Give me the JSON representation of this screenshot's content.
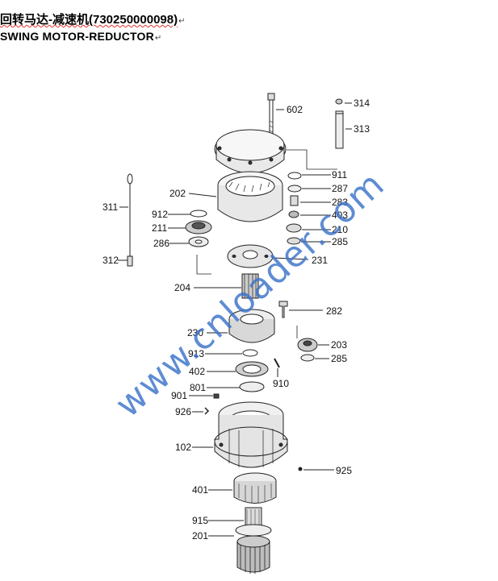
{
  "title_cn": "回转马达-减速机(730250000098)",
  "title_en": "SWING MOTOR-REDUCTOR",
  "paragraph_mark": "↵",
  "watermark": "www.cnloader.com",
  "part_labels": [
    {
      "id": "602",
      "text": "602"
    },
    {
      "id": "314",
      "text": "314"
    },
    {
      "id": "313",
      "text": "313"
    },
    {
      "id": "911",
      "text": "911"
    },
    {
      "id": "287",
      "text": "287"
    },
    {
      "id": "283",
      "text": "283"
    },
    {
      "id": "403",
      "text": "403"
    },
    {
      "id": "210",
      "text": "210"
    },
    {
      "id": "285a",
      "text": "285"
    },
    {
      "id": "231",
      "text": "231"
    },
    {
      "id": "202",
      "text": "202"
    },
    {
      "id": "311",
      "text": "311"
    },
    {
      "id": "912",
      "text": "912"
    },
    {
      "id": "211",
      "text": "211"
    },
    {
      "id": "286",
      "text": "286"
    },
    {
      "id": "312",
      "text": "312"
    },
    {
      "id": "204",
      "text": "204"
    },
    {
      "id": "282",
      "text": "282"
    },
    {
      "id": "230",
      "text": "230"
    },
    {
      "id": "203",
      "text": "203"
    },
    {
      "id": "913",
      "text": "913"
    },
    {
      "id": "285b",
      "text": "285"
    },
    {
      "id": "402",
      "text": "402"
    },
    {
      "id": "910",
      "text": "910"
    },
    {
      "id": "801",
      "text": "801"
    },
    {
      "id": "901",
      "text": "901"
    },
    {
      "id": "926",
      "text": "926"
    },
    {
      "id": "102",
      "text": "102"
    },
    {
      "id": "925",
      "text": "925"
    },
    {
      "id": "401",
      "text": "401"
    },
    {
      "id": "915",
      "text": "915"
    },
    {
      "id": "201",
      "text": "201"
    }
  ]
}
